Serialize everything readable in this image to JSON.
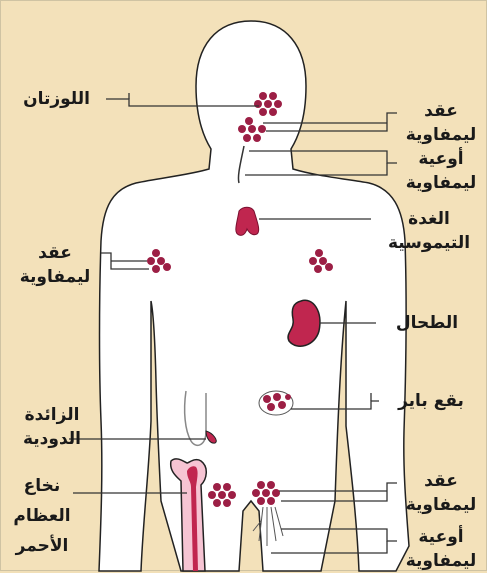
{
  "labels": {
    "tonsils": "اللوزتان",
    "lymph_nodes_neck": "عقد\nليمفاوية",
    "lymph_vessels_upper": "أوعية\nليمفاوية",
    "thymus": "الغدة\nالتيموسية",
    "lymph_nodes_armpit": "عقد\nليمفاوية",
    "spleen": "الطحال",
    "peyers_patches": "بقع باير",
    "appendix": "الزائدة\nالدودية",
    "bone_marrow": "نخاع\nالعظام\nالأحمر",
    "lymph_nodes_groin": "عقد\nليمفاوية",
    "lymph_vessels_lower": "أوعية\nليمفاوية"
  },
  "colors": {
    "background": "#f3e1ba",
    "body": "#ffffff",
    "organ": "#c0264f",
    "node": "#9c1f45",
    "line": "#444444"
  }
}
